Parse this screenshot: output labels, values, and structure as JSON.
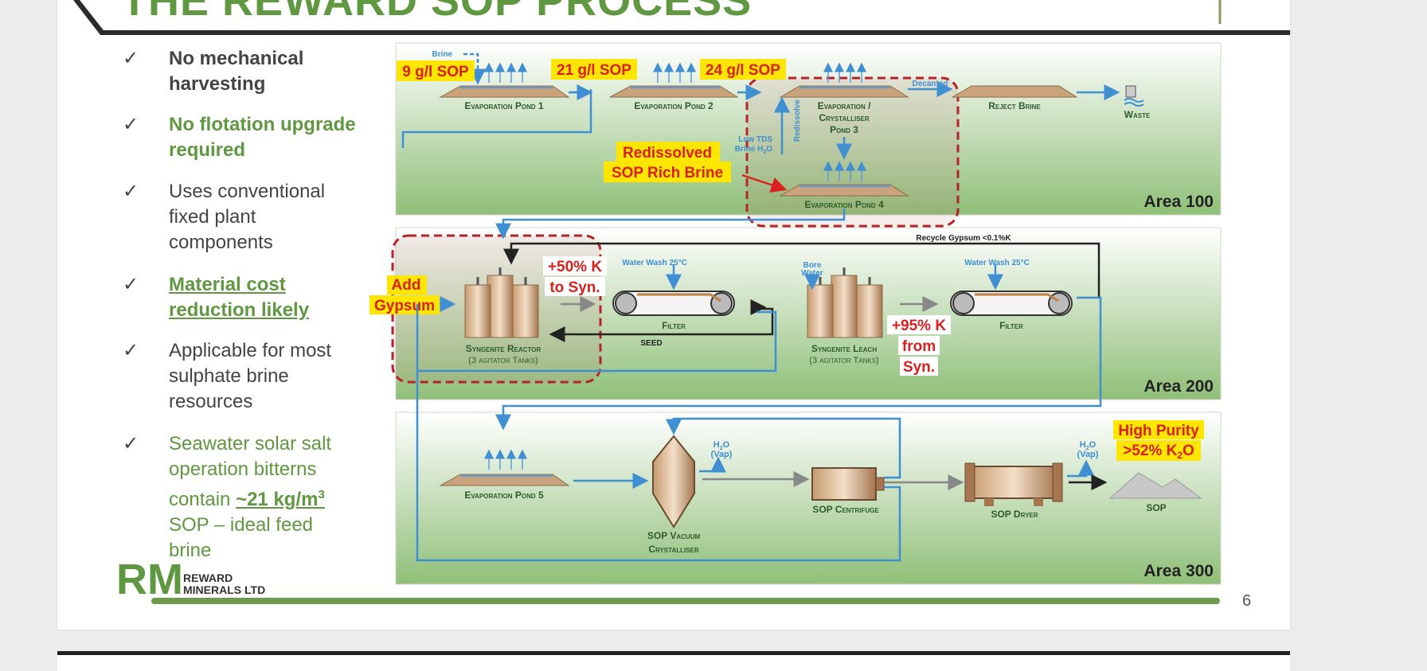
{
  "title": "THE REWARD SOP PROCESS",
  "bullets": [
    {
      "lines": [
        "No mechanical",
        "harvesting"
      ],
      "style": "bold"
    },
    {
      "lines": [
        "No flotation upgrade",
        "required"
      ],
      "style": "bold-green"
    },
    {
      "lines": [
        "Uses conventional",
        "fixed plant",
        "components"
      ],
      "style": "plain"
    },
    {
      "lines": [
        "Material cost",
        "reduction likely"
      ],
      "style": "bold-green-underline"
    },
    {
      "lines": [
        "Applicable for most",
        "sulphate brine",
        "resources"
      ],
      "style": "plain"
    },
    {
      "lines": [
        "Seawater solar salt",
        "operation bitterns"
      ],
      "line3_pre": "contain ",
      "line3_em": "~21 kg/m",
      "line3_sup": "3",
      "lines_after": [
        "SOP – ideal feed",
        "brine"
      ],
      "style": "green"
    }
  ],
  "check_glyph": "✓",
  "logo": {
    "mark": "RM",
    "line1": "REWARD",
    "line2": "MINERALS LTD"
  },
  "page_number": "6",
  "diagram": {
    "areas": [
      "Area 100",
      "Area 200",
      "Area 300"
    ],
    "area100": {
      "brine": "Brine",
      "sop_9": "9 g/l SOP",
      "sop_21": "21 g/l SOP",
      "sop_24": "24 g/l SOP",
      "pond1": "Evaporation Pond 1",
      "pond2": "Evaporation Pond 2",
      "pond3_l1": "Evaporation /",
      "pond3_l2": "Crystalliser",
      "pond3_l3": "Pond 3",
      "decanted": "Decanted",
      "reject": "Reject Brine",
      "waste": "Waste",
      "redissolve": "Redissolve",
      "low_tds_l1": "Low TDS",
      "low_tds_l2": "Brine H",
      "low_tds_sub": "2",
      "low_tds_end": "O",
      "redissolved_l1": "Redissolved",
      "redissolved_l2": "SOP Rich Brine",
      "pond4": "Evaporation Pond 4"
    },
    "area200": {
      "recycle": "Recycle Gypsum <0.1%K",
      "add_l1": "Add",
      "add_l2": "Gypsum",
      "k50_l1": "+50% K",
      "k50_l2": "to Syn.",
      "wash1": "Water Wash 25°C",
      "wash2": "Water Wash 25°C",
      "filter1": "Filter",
      "filter2": "Filter",
      "seed": "SEED",
      "reactor_l1": "Syngenite Reactor",
      "reactor_l2": "(3 agitator Tanks)",
      "bore_l1": "Bore",
      "bore_l2": "Water",
      "leach_l1": "Syngenite Leach",
      "leach_l2": "(3 agitator Tanks)",
      "k95_l1": "+95% K",
      "k95_l2": "from",
      "k95_l3": "Syn."
    },
    "area300": {
      "pond5": "Evaporation Pond 5",
      "h2o_vap_a": "H",
      "h2o_sub": "2",
      "h2o_vap_b": "O",
      "vap": "(Vap)",
      "vacuum_l1": "SOP Vacuum",
      "vacuum_l2": "Crystalliser",
      "centrifuge": "SOP Centrifuge",
      "dryer": "SOP Dryer",
      "sop": "SOP",
      "purity_l1": "High Purity",
      "purity_l2_a": ">52% K",
      "purity_sub": "2",
      "purity_l2_b": "O"
    }
  },
  "colors": {
    "green": "#5f9840",
    "blue": "#3f8fd2",
    "red": "#d9201e",
    "highlight": "#ffe600",
    "dash": "#b5232a"
  }
}
